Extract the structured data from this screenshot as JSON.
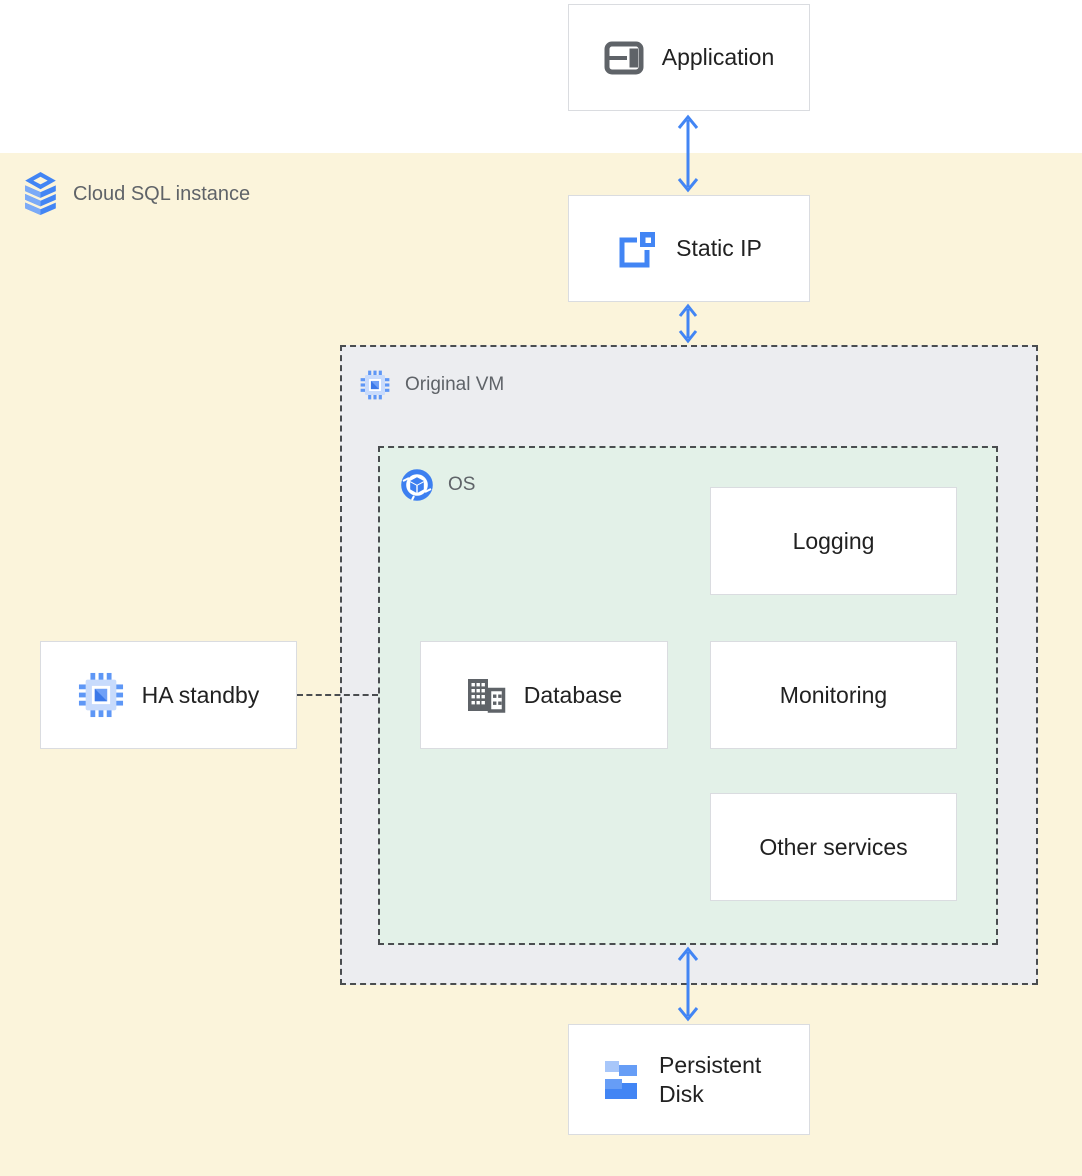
{
  "page": {
    "title": "Cloud SQL instance on Compute Engine architecture diagram"
  },
  "regions": {
    "cloud_sql": {
      "label": "Cloud SQL instance",
      "icon": "cloud-sql-icon",
      "bg": "#FBF4DB"
    },
    "original_vm": {
      "label": "Original VM",
      "icon": "compute-vm-icon",
      "bg": "#ECEDF0"
    },
    "os": {
      "label": "OS",
      "icon": "os-icon",
      "bg": "#E3F1E8"
    }
  },
  "nodes": {
    "application": {
      "label": "Application",
      "icon": "application-icon"
    },
    "static_ip": {
      "label": "Static IP",
      "icon": "static-ip-icon"
    },
    "logging": {
      "label": "Logging"
    },
    "database": {
      "label": "Database",
      "icon": "database-icon"
    },
    "monitoring": {
      "label": "Monitoring"
    },
    "other_services": {
      "label": "Other services"
    },
    "ha_standby": {
      "label": "HA standby",
      "icon": "compute-vm-icon"
    },
    "persistent_disk": {
      "label": "Persistent Disk",
      "icon": "persistent-disk-icon"
    }
  },
  "edges": [
    {
      "from": "application",
      "to": "static_ip",
      "style": "double-arrow"
    },
    {
      "from": "static_ip",
      "to": "original_vm",
      "style": "double-arrow"
    },
    {
      "from": "os",
      "to": "persistent_disk",
      "style": "double-arrow"
    },
    {
      "from": "ha_standby",
      "to": "os",
      "style": "dashed-line"
    }
  ],
  "colors": {
    "arrow_blue": "#4285F4",
    "region_yellow": "#FBF4DB",
    "region_gray": "#ECEDF0",
    "region_green": "#E3F1E8",
    "node_border": "#DADCE0",
    "dashed_border": "#4A4D50",
    "label_gray": "#5F6368",
    "text_dark": "#212121",
    "icon_gray": "#5F6368",
    "icon_blue_light": "#A8C7FA",
    "icon_blue_mid": "#669DF6",
    "icon_blue_dark": "#4285F4"
  }
}
